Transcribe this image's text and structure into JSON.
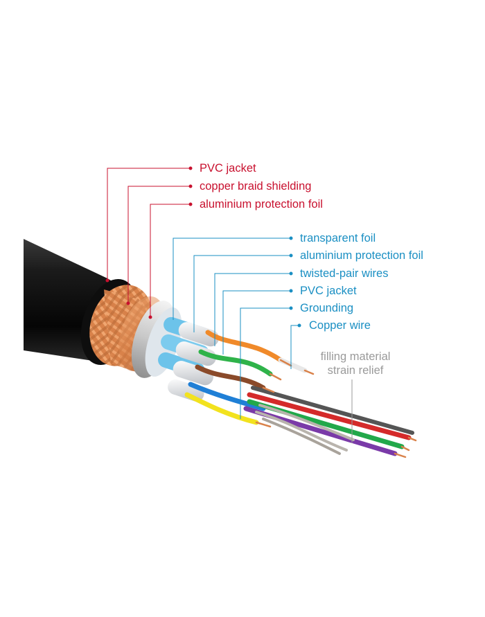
{
  "colors": {
    "red_accent": "#c8102e",
    "blue_accent": "#1a8fc3",
    "gray_text": "#9a9a9a",
    "jacket": "#141414",
    "copper": "#d9824a"
  },
  "outer_labels": [
    {
      "text": "PVC jacket"
    },
    {
      "text": "copper braid shielding"
    },
    {
      "text": "aluminium protection foil"
    }
  ],
  "inner_labels": [
    {
      "text": "transparent foil"
    },
    {
      "text": "aluminium protection foil"
    },
    {
      "text": "twisted-pair wires"
    },
    {
      "text": "PVC jacket"
    },
    {
      "text": "Grounding"
    },
    {
      "text": "Copper wire"
    }
  ],
  "filler_label": {
    "line1": "filling material",
    "line2": "strain relief"
  }
}
